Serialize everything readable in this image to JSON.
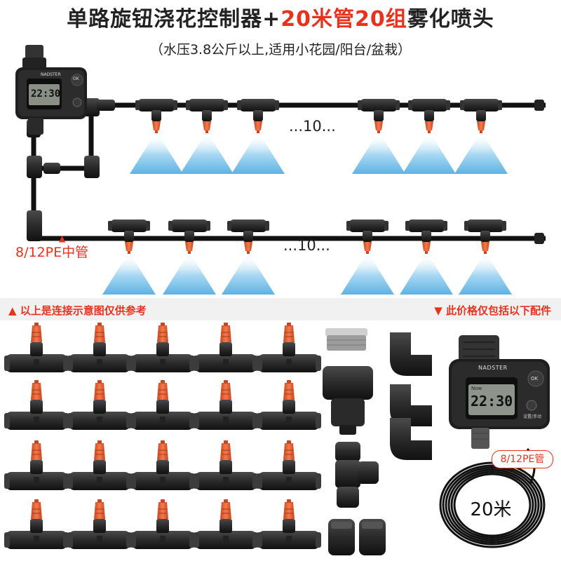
{
  "title": {
    "part1": "单路旋钮浇花控制器+",
    "part2": "20米管20组",
    "part3": "雾化喷头"
  },
  "subtitle": "（水压3.8公斤以上,适用小花园/阳台/盆栽）",
  "diagram": {
    "row1_ellipsis": "...10...",
    "row2_ellipsis": "...10...",
    "pipe_label": "8/12PE中管",
    "timer_brand": "NADSTER",
    "timer_display": "22:30",
    "timer_button": "OK"
  },
  "notes": {
    "left": "▲ 以上是连接示意图仅供参考",
    "right": "▼ 此价格仅包括以下配件"
  },
  "parts": {
    "tee_count": 20,
    "timer_brand": "NADSTER",
    "timer_display": "22:30",
    "timer_now": "Now",
    "timer_button": "OK",
    "timer_mode": "设置/手动",
    "pipe_tag": "8/12PE管",
    "pipe_length": "20米"
  },
  "colors": {
    "accent": "#e8321c",
    "nozzle": "#e8633a",
    "fitting": "#2a2a2a",
    "pipe": "#111111",
    "mist": "#8fcbec"
  }
}
